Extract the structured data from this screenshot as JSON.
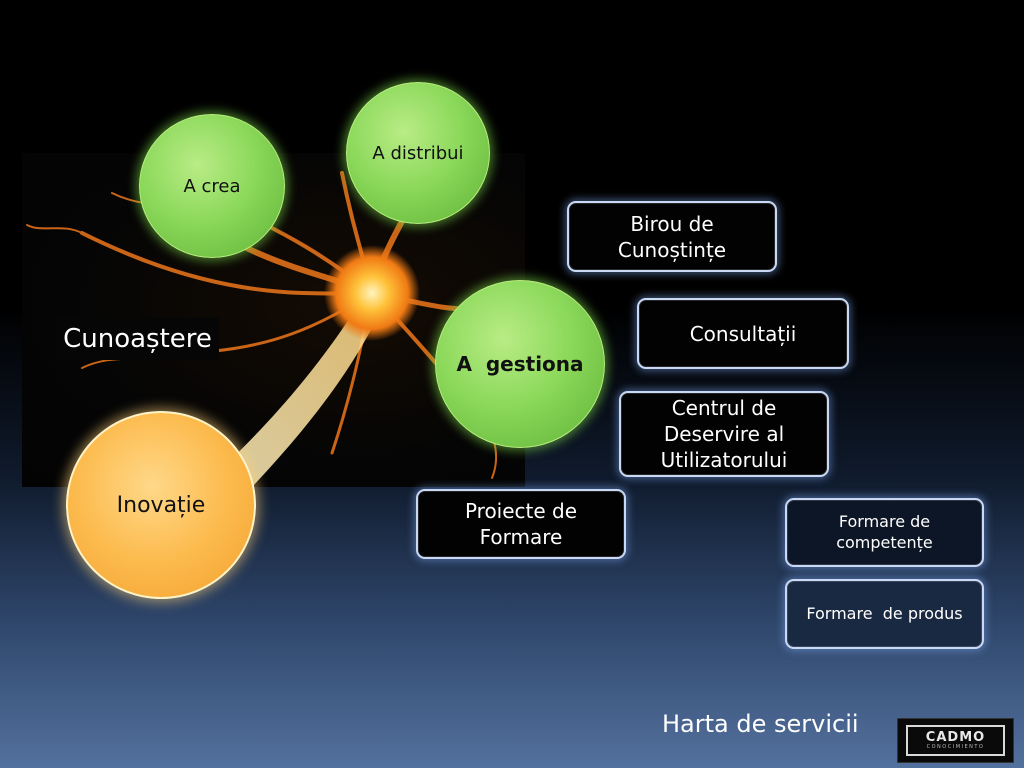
{
  "colors": {
    "green_node": "#8cd95b",
    "orange_node": "#fcbb4e",
    "box_border": "#c8d8f5",
    "neuron_orange": "#f0801a"
  },
  "diagram": {
    "center_label": "Cunoaștere",
    "nodes": {
      "crea": "A crea",
      "distribui": "A distribui",
      "gestiona": "A  gestiona",
      "inovatie": "Inovație"
    },
    "services": {
      "birou": [
        "Birou de",
        "Cunoștințe"
      ],
      "consultatii": "Consultații",
      "centrul": [
        "Centrul de",
        "Deservire al",
        "Utilizatorului"
      ],
      "proiecte": [
        "Proiecte de",
        "Formare"
      ],
      "formare_competente": [
        "Formare de",
        "competențe"
      ],
      "formare_produs": "Formare  de produs"
    }
  },
  "footer": {
    "title": "Harta de servicii",
    "logo_main": "CADMO",
    "logo_sub": "CONOCIMIENTO"
  }
}
